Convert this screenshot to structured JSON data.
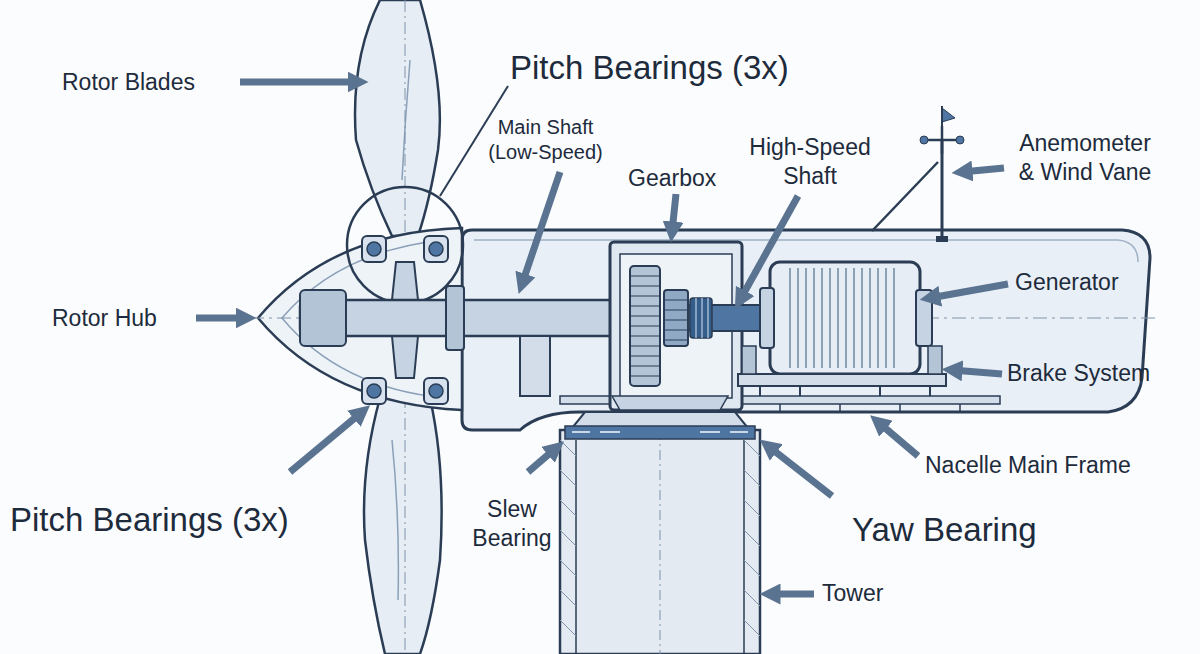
{
  "diagram": {
    "labels": [
      "Rotor Blades",
      "Pitch Bearings (3x)",
      "Main Shaft (Low-Speed)",
      "Gearbox",
      "High-Speed Shaft",
      "Anemometer & Wind Vane",
      "Rotor Hub",
      "Generator",
      "Brake System",
      "Nacelle Main Frame",
      "Pitch Bearings (3x)",
      "Slew Bearing",
      "Yaw Bearing",
      "Tower"
    ]
  }
}
